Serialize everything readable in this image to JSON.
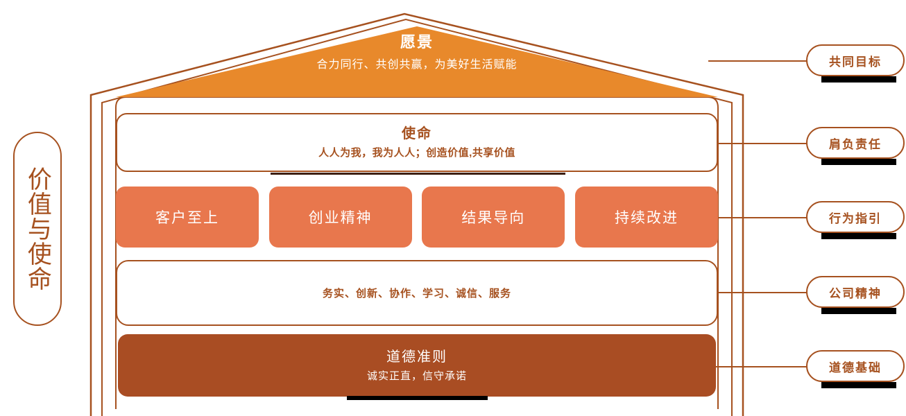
{
  "diagram": {
    "title_side": "价值与使命",
    "vision": {
      "label": "愿景",
      "text": "合力同行、共创共赢，为美好生活赋能"
    },
    "mission": {
      "label": "使命",
      "text": "人人为我，我为人人；创造价值,共享价值"
    },
    "values": [
      {
        "label": "客户至上"
      },
      {
        "label": "创业精神"
      },
      {
        "label": "结果导向"
      },
      {
        "label": "持续改进"
      }
    ],
    "spirit": {
      "text": "务实、创新、协作、学习、诚信、服务"
    },
    "ethics": {
      "label": "道德准则",
      "text": "诚实正直，信守承诺"
    },
    "callouts": [
      {
        "label": "共同目标"
      },
      {
        "label": "肩负责任"
      },
      {
        "label": "行为指引"
      },
      {
        "label": "公司精神"
      },
      {
        "label": "道德基础"
      }
    ]
  },
  "colors": {
    "outline": "#A6511F",
    "roof": "#E8892B",
    "value_card": "#E8774D",
    "ethics": "#A94D23",
    "text_on_dark": "#FFFFFF",
    "underline": "#000000"
  }
}
